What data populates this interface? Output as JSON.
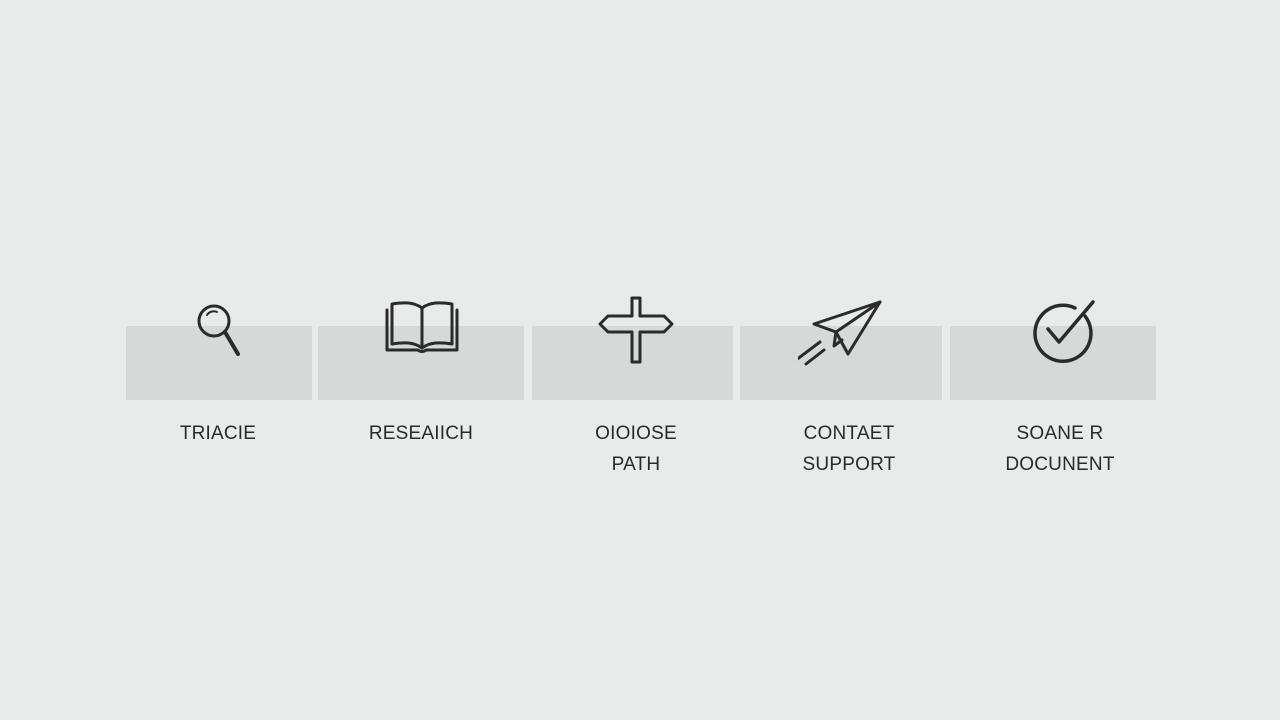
{
  "steps": [
    {
      "id": "triage",
      "label_lines": [
        "TRIACIE"
      ],
      "icon": "magnifier-icon"
    },
    {
      "id": "research",
      "label_lines": [
        "RESEAIICH"
      ],
      "icon": "open-book-icon"
    },
    {
      "id": "choose",
      "label_lines": [
        "OIOIOSE",
        "PATH"
      ],
      "icon": "cross-icon"
    },
    {
      "id": "contact",
      "label_lines": [
        "CONTAET",
        "SUPPORT"
      ],
      "icon": "paper-plane-icon"
    },
    {
      "id": "document",
      "label_lines": [
        "SOANE R",
        "DOCUNENT"
      ],
      "icon": "check-circle-icon"
    }
  ]
}
